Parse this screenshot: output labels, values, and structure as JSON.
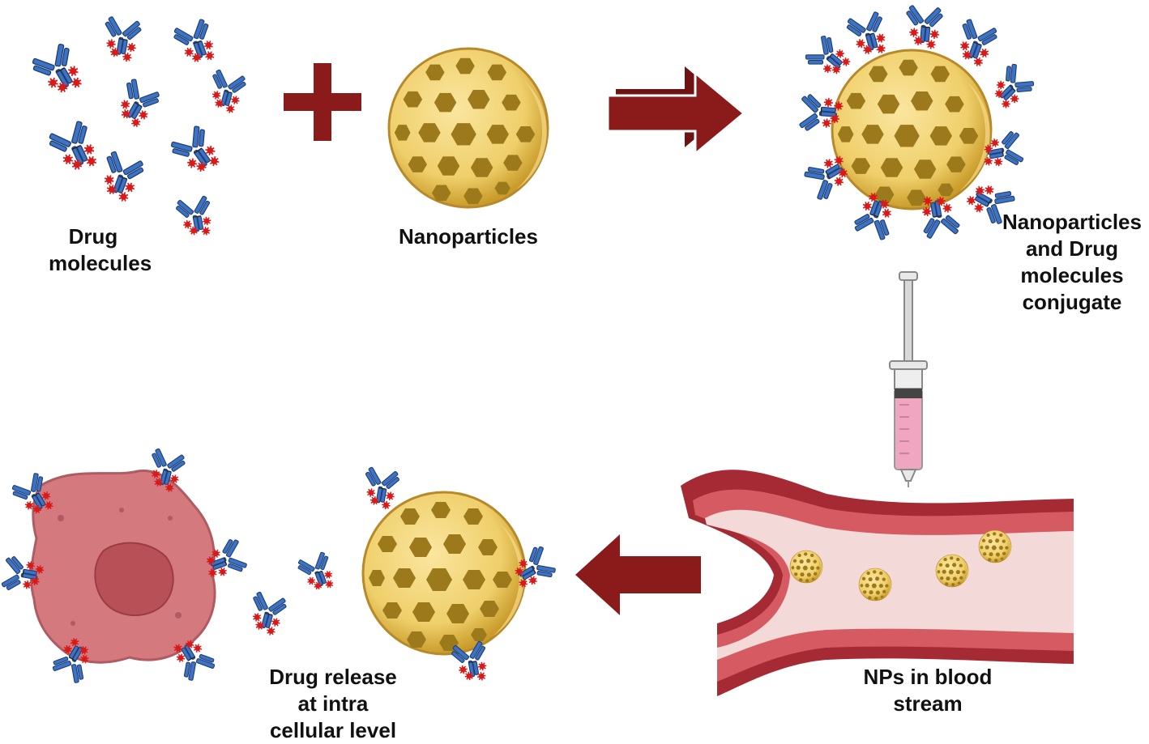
{
  "labels": {
    "drug_molecules": [
      "Drug",
      "molecules"
    ],
    "nanoparticles": [
      "Nanoparticles"
    ],
    "conjugate": [
      "Nanoparticles",
      "and Drug",
      "molecules",
      "conjugate"
    ],
    "blood_stream": [
      "NPs in blood",
      "stream"
    ],
    "drug_release": [
      "Drug release",
      "at intra",
      "cellular level"
    ]
  },
  "colors": {
    "arrow": "#8b1a1a",
    "arrow_dark": "#6e1212",
    "antibody": "#3d73c4",
    "antibody_dark": "#1f3f75",
    "drug_star": "#d91a1a",
    "nanoparticle": "#efcf6a",
    "nanoparticle_dots": "#9c7a1c",
    "vessel_wall": "#a62a33",
    "vessel_wall_light": "#d55a62",
    "vessel_lumen": "#f4d9d9",
    "cell_body": "#d47a7f",
    "cell_nucleus": "#b85058",
    "syringe_fluid": "#f0a6c0"
  }
}
